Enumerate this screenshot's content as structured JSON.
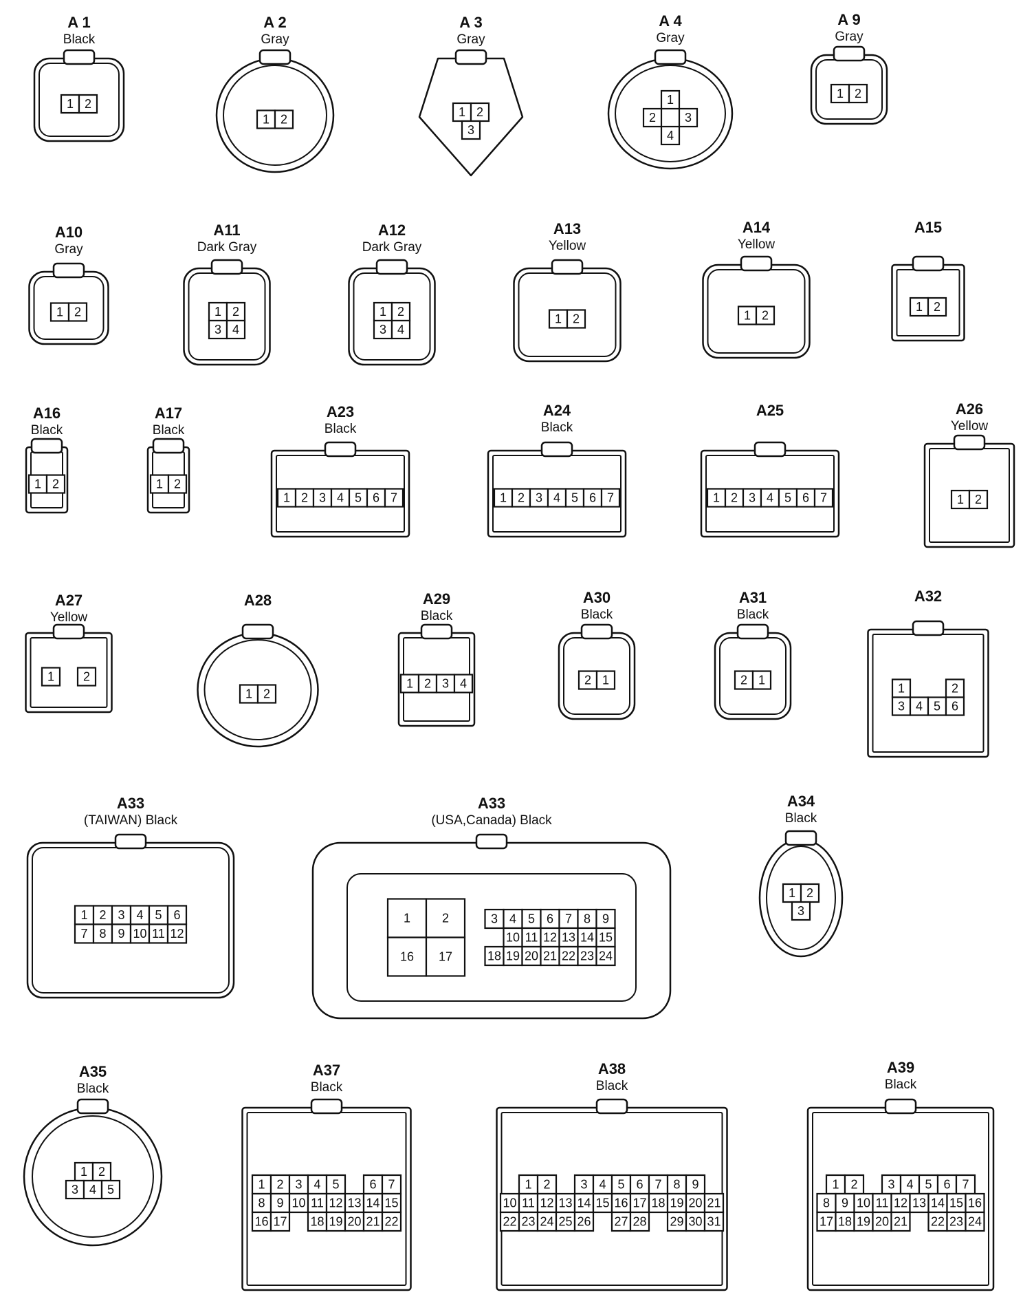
{
  "diagram": {
    "connectors": [
      {
        "id": "A 1",
        "color": "Black",
        "shape": "rect-round",
        "pins": [
          [
            "1",
            "2"
          ]
        ]
      },
      {
        "id": "A 2",
        "color": "Gray",
        "shape": "oval",
        "pins": [
          [
            "1",
            "2"
          ]
        ]
      },
      {
        "id": "A 3",
        "color": "Gray",
        "shape": "tri",
        "pins": [
          [
            "1",
            "2"
          ],
          [
            "3"
          ]
        ]
      },
      {
        "id": "A 4",
        "color": "Gray",
        "shape": "oval",
        "pins": [
          [
            "",
            "1",
            ""
          ],
          [
            "2",
            "",
            "3"
          ],
          [
            "",
            "4",
            ""
          ]
        ]
      },
      {
        "id": "A 9",
        "color": "Gray",
        "shape": "rect-round",
        "pins": [
          [
            "1",
            "2"
          ]
        ]
      },
      {
        "id": "A10",
        "color": "Gray",
        "shape": "rect-round",
        "pins": [
          [
            "1",
            "2"
          ]
        ]
      },
      {
        "id": "A11",
        "color": "Dark Gray",
        "shape": "rect-round",
        "pins": [
          [
            "1",
            "2"
          ],
          [
            "3",
            "4"
          ]
        ]
      },
      {
        "id": "A12",
        "color": "Dark Gray",
        "shape": "rect-round",
        "pins": [
          [
            "1",
            "2"
          ],
          [
            "3",
            "4"
          ]
        ]
      },
      {
        "id": "A13",
        "color": "Yellow",
        "shape": "rect-round",
        "pins": [
          [
            "1",
            "2"
          ]
        ]
      },
      {
        "id": "A14",
        "color": "Yellow",
        "shape": "rect-round",
        "pins": [
          [
            "1",
            "2"
          ]
        ]
      },
      {
        "id": "A15",
        "color": "",
        "shape": "rect",
        "pins": [
          [
            "1",
            "2"
          ]
        ]
      },
      {
        "id": "A16",
        "color": "Black",
        "shape": "rect",
        "pins": [
          [
            "1",
            "2"
          ]
        ]
      },
      {
        "id": "A17",
        "color": "Black",
        "shape": "rect",
        "pins": [
          [
            "1",
            "2"
          ]
        ]
      },
      {
        "id": "A23",
        "color": "Black",
        "shape": "rect",
        "pins": [
          [
            "1",
            "2",
            "3",
            "4",
            "5",
            "6",
            "7"
          ]
        ]
      },
      {
        "id": "A24",
        "color": "Black",
        "shape": "rect",
        "pins": [
          [
            "1",
            "2",
            "3",
            "4",
            "5",
            "6",
            "7"
          ]
        ]
      },
      {
        "id": "A25",
        "color": "",
        "shape": "rect",
        "pins": [
          [
            "1",
            "2",
            "3",
            "4",
            "5",
            "6",
            "7"
          ]
        ]
      },
      {
        "id": "A26",
        "color": "Yellow",
        "shape": "rect",
        "pins": [
          [
            "1",
            "2"
          ]
        ]
      },
      {
        "id": "A27",
        "color": "Yellow",
        "shape": "rect",
        "pins": [
          [
            "1",
            "",
            "2"
          ]
        ]
      },
      {
        "id": "A28",
        "color": "",
        "shape": "oval",
        "pins": [
          [
            "1",
            "2"
          ]
        ]
      },
      {
        "id": "A29",
        "color": "Black",
        "shape": "rect",
        "pins": [
          [
            "1",
            "2",
            "3",
            "4"
          ]
        ]
      },
      {
        "id": "A30",
        "color": "Black",
        "shape": "rect-round",
        "pins": [
          [
            "2",
            "1"
          ]
        ]
      },
      {
        "id": "A31",
        "color": "Black",
        "shape": "rect-round",
        "pins": [
          [
            "2",
            "1"
          ]
        ]
      },
      {
        "id": "A32",
        "color": "",
        "shape": "rect",
        "pins": [
          [
            "1",
            "",
            "",
            "2"
          ],
          [
            "3",
            "4",
            "5",
            "6"
          ]
        ]
      },
      {
        "id": "A33",
        "color": "(TAIWAN)  Black",
        "shape": "rect-round",
        "pins": [
          [
            "1",
            "2",
            "3",
            "4",
            "5",
            "6"
          ],
          [
            "7",
            "8",
            "9",
            "10",
            "11",
            "12"
          ]
        ]
      },
      {
        "id": "A33",
        "color": "(USA,Canada)  Black",
        "shape": "ecu",
        "pins": [
          [
            "1",
            "2"
          ],
          [
            "16",
            "17"
          ]
        ],
        "pins_b": [
          [
            "3",
            "4",
            "5",
            "6",
            "7",
            "8",
            "9"
          ],
          [
            "",
            "10",
            "11",
            "12",
            "13",
            "14",
            "15"
          ],
          [
            "18",
            "19",
            "20",
            "21",
            "22",
            "23",
            "24"
          ]
        ]
      },
      {
        "id": "A34",
        "color": "Black",
        "shape": "oval",
        "pins": [
          [
            "1",
            "2"
          ],
          [
            "3"
          ]
        ]
      },
      {
        "id": "A35",
        "color": "Black",
        "shape": "circle",
        "pins": [
          [
            "1",
            "2"
          ],
          [
            "3",
            "4",
            "5"
          ]
        ]
      },
      {
        "id": "A37",
        "color": "Black",
        "shape": "rect",
        "pins": [
          [
            "1",
            "2",
            "3",
            "4",
            "5",
            "",
            "6",
            "7"
          ],
          [
            "8",
            "9",
            "10",
            "11",
            "12",
            "13",
            "14",
            "15"
          ],
          [
            "16",
            "17",
            "",
            "18",
            "19",
            "20",
            "21",
            "22"
          ]
        ]
      },
      {
        "id": "A38",
        "color": "Black",
        "shape": "rect",
        "pins": [
          [
            "1",
            "2",
            "",
            "3",
            "4",
            "5",
            "6",
            "7",
            "8",
            "9"
          ],
          [
            "10",
            "11",
            "12",
            "13",
            "14",
            "15",
            "16",
            "17",
            "18",
            "19",
            "20",
            "21"
          ],
          [
            "22",
            "23",
            "24",
            "25",
            "26",
            "",
            "27",
            "28",
            "",
            "29",
            "30",
            "31"
          ]
        ]
      },
      {
        "id": "A39",
        "color": "Black",
        "shape": "rect",
        "pins": [
          [
            "1",
            "2",
            "",
            "3",
            "4",
            "5",
            "6",
            "7"
          ],
          [
            "8",
            "9",
            "10",
            "11",
            "12",
            "13",
            "14",
            "15",
            "16"
          ],
          [
            "17",
            "18",
            "19",
            "20",
            "21",
            "",
            "22",
            "23",
            "24"
          ]
        ]
      }
    ]
  }
}
